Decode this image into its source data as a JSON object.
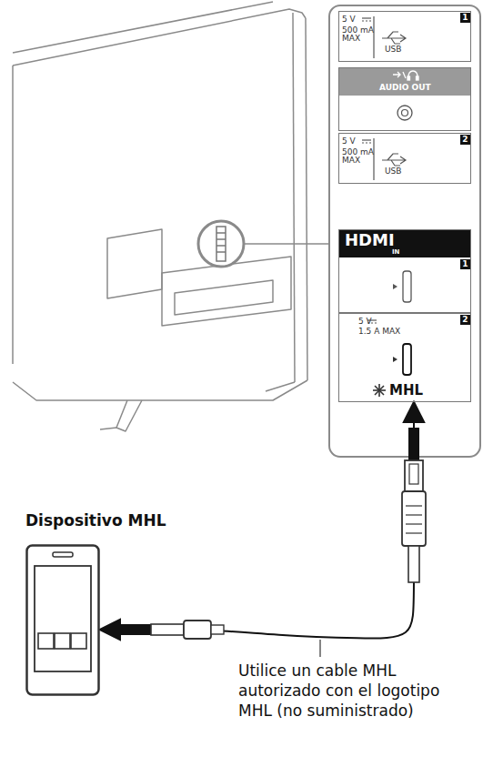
{
  "diagram": {
    "nodes": [
      {
        "text": [
          "5 V",
          "500 mA MAX",
          "1",
          "USB"
        ]
      },
      {
        "text": [
          "AUDIO OUT"
        ]
      },
      {
        "text": [
          "5 V",
          "500 mA MAX",
          "2",
          "USB"
        ]
      },
      {
        "text": [
          "HDMI",
          "IN",
          "1"
        ]
      },
      {
        "text": [
          "2",
          "5 V",
          "1.5 A MAX",
          "MHL"
        ]
      },
      {
        "text": [
          "Dispositivo MHL"
        ]
      }
    ],
    "edges": [
      {
        "from": 4,
        "to": 5,
        "arrow": "both"
      }
    ],
    "labels": [
      "Utilice un cable MHL autorizado con el logotipo MHL (no suministrado)"
    ]
  }
}
